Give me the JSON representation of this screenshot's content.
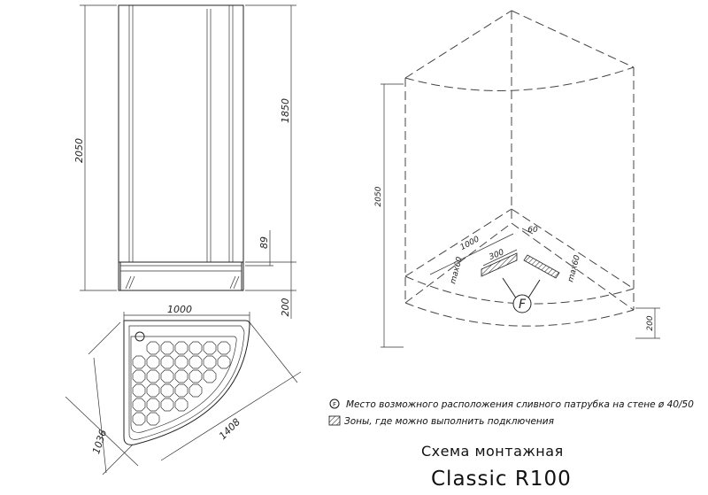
{
  "front_view": {
    "dim_total_height": "2050",
    "dim_cabin_height": "1850",
    "dim_tray_height": "89",
    "dim_base_height": "200"
  },
  "top_view": {
    "dim_width": "1000",
    "dim_side": "1036",
    "dim_diagonal": "1408"
  },
  "iso_view": {
    "dim_height": "2050",
    "dim_width": "1000",
    "dim_offset": "60",
    "dim_zone_width": "300",
    "dim_zone_left": "max60",
    "dim_zone_right": "max60",
    "dim_base": "200",
    "drain_marker": "F"
  },
  "legend": {
    "drain_symbol": "F",
    "drain_text": "Место возможного расположения сливного патрубка на стене ø 40/50",
    "zone_text": "Зоны, где можно выполнить  подключения"
  },
  "title": {
    "line1": "Схема монтажная",
    "line2": "Classic R100"
  }
}
